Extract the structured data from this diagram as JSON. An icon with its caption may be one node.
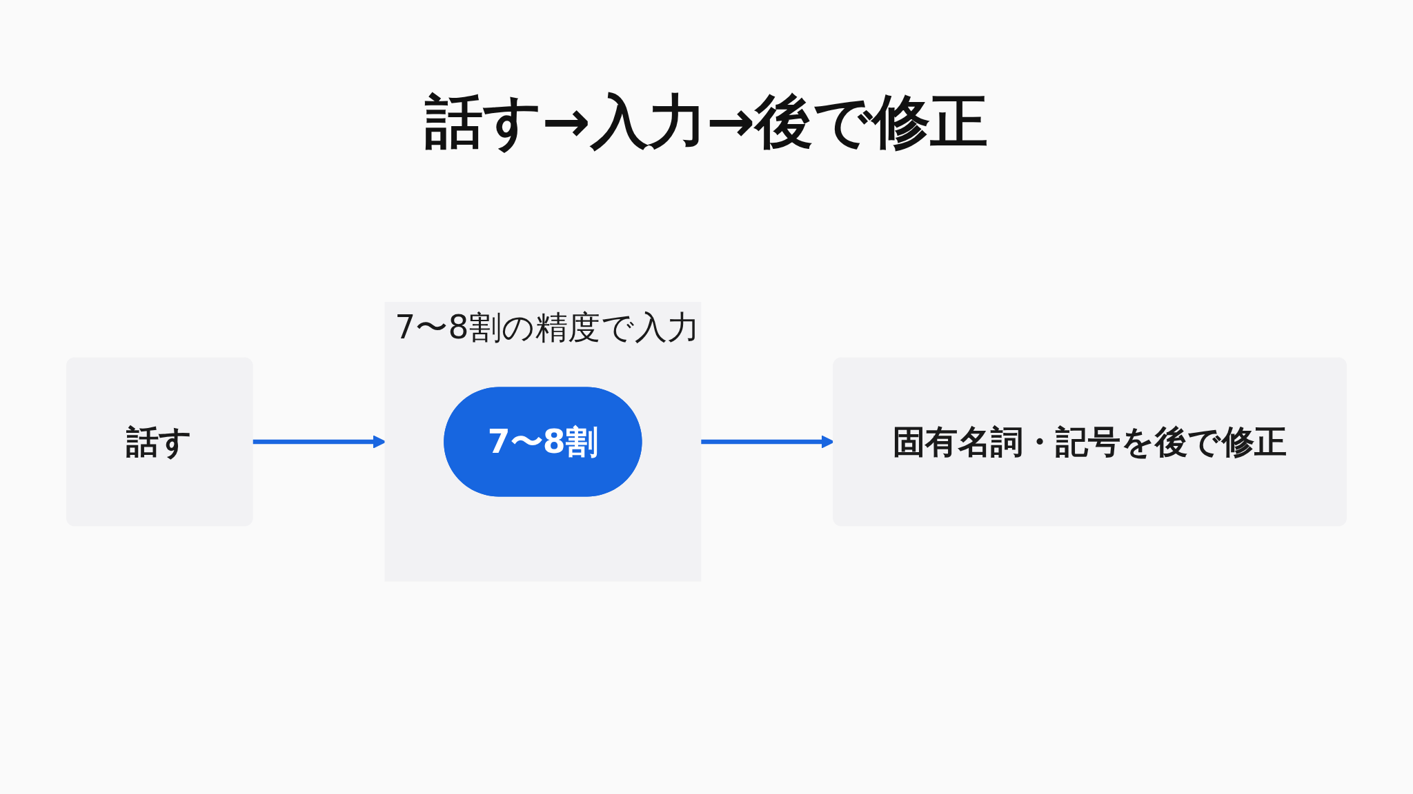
{
  "diagram": {
    "title": "話す→入力→後で修正",
    "nodes": [
      {
        "text": [
          "話す"
        ]
      },
      {
        "text": [
          "7〜8割の精度で入力"
        ]
      },
      {
        "text": [
          "7〜8割"
        ],
        "in": 1
      },
      {
        "text": [
          "固有名詞・記号を後で修正"
        ]
      }
    ],
    "edges": [
      {
        "from": 0,
        "to": 1,
        "arrow": "to"
      },
      {
        "from": 1,
        "to": 3,
        "arrow": "to"
      }
    ]
  }
}
